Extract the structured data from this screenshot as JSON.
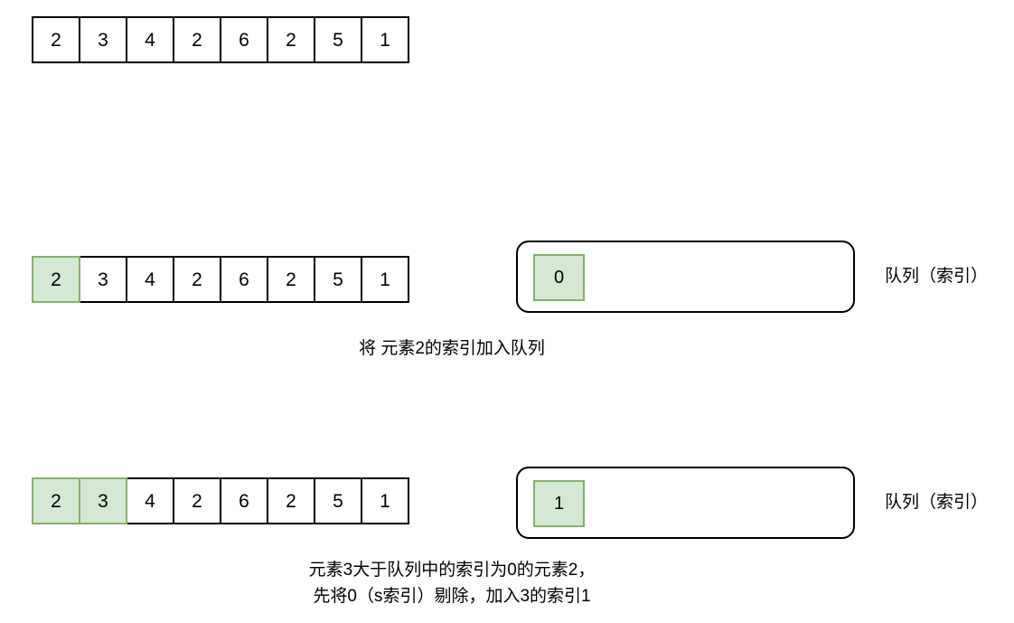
{
  "diagram": {
    "title": "monotonic-queue-walkthrough",
    "colors": {
      "highlight_fill": "#d5e8d4",
      "highlight_stroke": "#82b366",
      "cell_stroke": "#000000",
      "background": "#ffffff"
    },
    "rows": [
      {
        "id": "initial",
        "values": [
          "2",
          "3",
          "4",
          "2",
          "6",
          "2",
          "5",
          "1"
        ],
        "highlighted": [],
        "caption": null,
        "queue": null,
        "queue_label": null
      },
      {
        "id": "step1",
        "values": [
          "2",
          "3",
          "4",
          "2",
          "6",
          "2",
          "5",
          "1"
        ],
        "highlighted": [
          0
        ],
        "caption": [
          "将 元素2的索引加入队列"
        ],
        "queue": [
          "0"
        ],
        "queue_label": "队列（索引）"
      },
      {
        "id": "step2",
        "values": [
          "2",
          "3",
          "4",
          "2",
          "6",
          "2",
          "5",
          "1"
        ],
        "highlighted": [
          0,
          1
        ],
        "caption": [
          "元素3大于队列中的索引为0的元素2，",
          "先将0（s索引）剔除，加入3的索引1"
        ],
        "queue": [
          "1"
        ],
        "queue_label": "队列（索引）"
      }
    ]
  }
}
